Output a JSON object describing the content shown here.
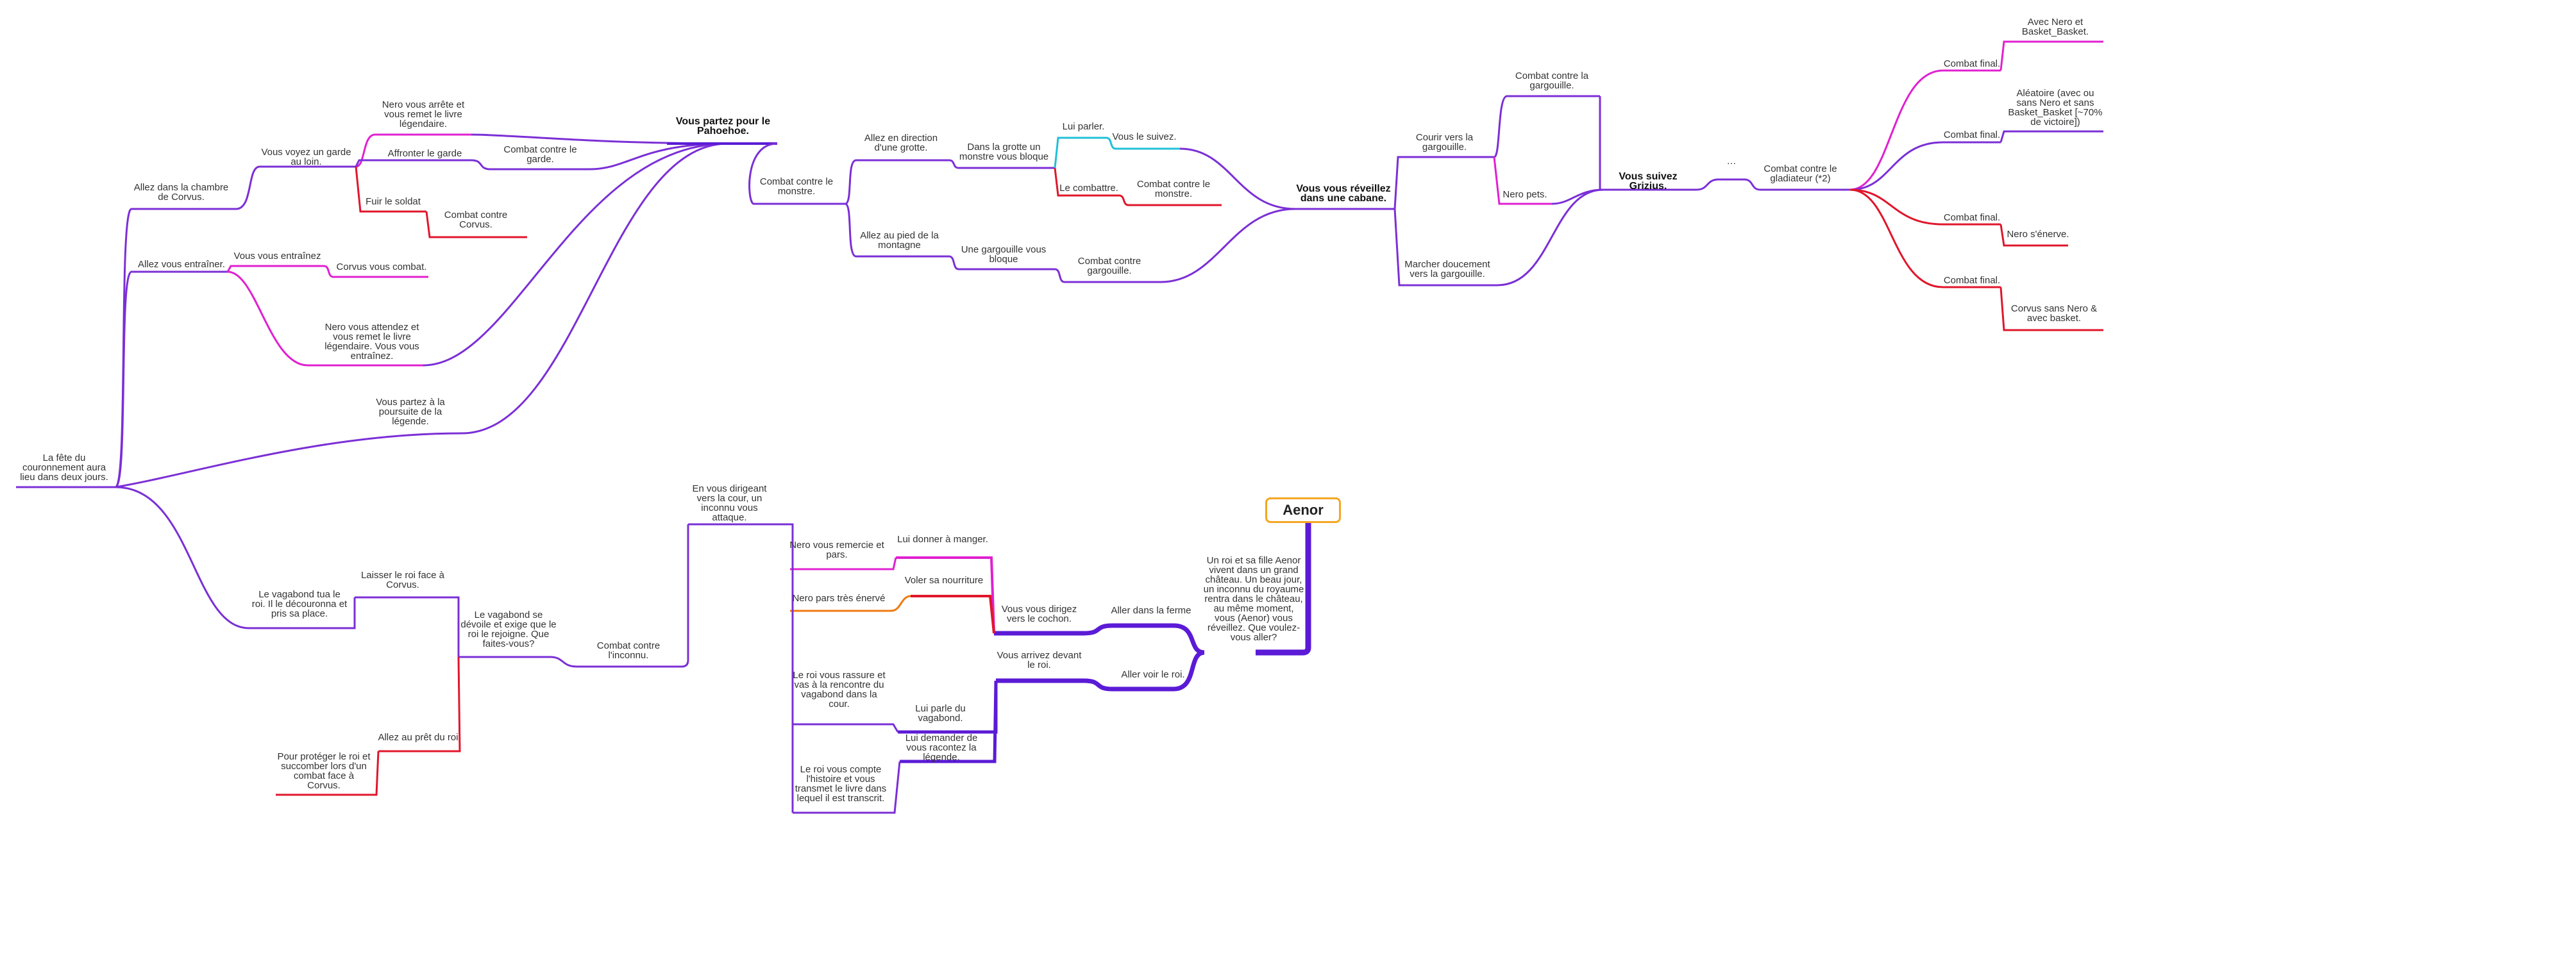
{
  "mindmap": {
    "root": "Aenor",
    "colors": {
      "purple": "#7b2fd6",
      "deep_purple": "#5b1bd6",
      "magenta": "#e020d0",
      "red": "#e0162b",
      "cyan": "#20c0d8",
      "orange": "#f07a10",
      "root_border": "#f5a623"
    },
    "labels": {
      "intro": "Un roi et sa fille Aenor vivent dans un grand château. Un beau jour, un inconnu du royaume rentra dans le château, au même moment, vous (Aenor) vous réveillez. Que voulez-vous aller?",
      "ferme": "Aller dans la ferme",
      "roi": "Aller voir le roi.",
      "cochon": "Vous vous dirigez vers le cochon.",
      "devant_roi": "Vous arrivez devant le roi.",
      "donner": "Lui donner à manger.",
      "voler": "Voler sa nourriture",
      "nero_remercie": "Nero vous remercie et pars.",
      "nero_enerve": "Nero pars très énervé",
      "parle_vag": "Lui parle du vagabond.",
      "raconter": "Lui demander de vous racontez la légende.",
      "rassure": "Le roi vous rassure et vas à la rencontre du vagabond dans la cour.",
      "compte": "Le roi vous compte l'histoire et vous transmet le livre dans lequel il est transcrit.",
      "dirigeant": "En vous dirigeant vers la cour, un inconnu vous attaque.",
      "combat_inconnu": "Combat contre l'inconnu.",
      "vag_devoile": "Le vagabond se dévoile et exige que le roi le rejoigne. Que faites-vous?",
      "laisser": "Laisser le roi face à Corvus.",
      "pret": "Allez au prêt du roi",
      "vag_tua": "Le vagabond tua le roi. Il le découronna et pris sa place.",
      "proteger": "Pour protéger le roi et succomber lors d'un combat face à Corvus.",
      "fete": "La fête du couronnement aura lieu dans deux jours.",
      "chambre": "Allez dans la chambre de Corvus.",
      "entrainer": "Allez vous entraîner.",
      "poursuite": "Vous partez à la poursuite de la légende.",
      "garde_loin": "Vous voyez un garde au loin.",
      "nero_arrete": "Nero vous arrête et vous remet le livre légendaire.",
      "affronter": "Affronter le garde",
      "fuir": "Fuir le soldat",
      "combat_garde": "Combat contre le garde.",
      "combat_corvus": "Combat contre Corvus.",
      "vous_entrainez": "Vous vous entraînez",
      "corvus_combat": "Corvus vous combat.",
      "nero_attendez": "Nero vous attendez et vous remet le livre légendaire. Vous vous entraînez.",
      "pahoehoe": "Vous partez pour le Pahoehoe.",
      "combat_monstre": "Combat contre le monstre.",
      "grotte": "Allez en direction d'une grotte.",
      "montagne": "Allez au pied de la montagne",
      "grotte_bloque": "Dans la grotte un monstre vous bloque",
      "garg_bloque": "Une gargouille vous bloque",
      "lui_parler": "Lui parler.",
      "vous_suivez": "Vous le suivez.",
      "combattre": "Le combattre.",
      "combat_monstre2": "Combat contre le monstre.",
      "combat_garg": "Combat contre gargouille.",
      "cabane": "Vous vous réveillez dans une cabane.",
      "courir": "Courir vers la gargouille.",
      "marcher": "Marcher doucement vers la gargouille.",
      "combat_garg2": "Combat contre la gargouille.",
      "nero_pets": "Nero pets.",
      "grizius": "Vous suivez Grizius.",
      "gladiateur": "Combat contre le gladiateur (*2)",
      "dots": "…",
      "cf1": "Combat final.",
      "cf2": "Combat final.",
      "cf3": "Combat final.",
      "cf4": "Combat final.",
      "avec_nero": "Avec Nero et Basket_Basket.",
      "aleatoire": "Aléatoire (avec ou sans Nero et sans Basket_Basket [~70% de victoire])",
      "nero_senerve": "Nero s'énerve.",
      "corvus_sans": "Corvus sans Nero & avec basket."
    }
  }
}
